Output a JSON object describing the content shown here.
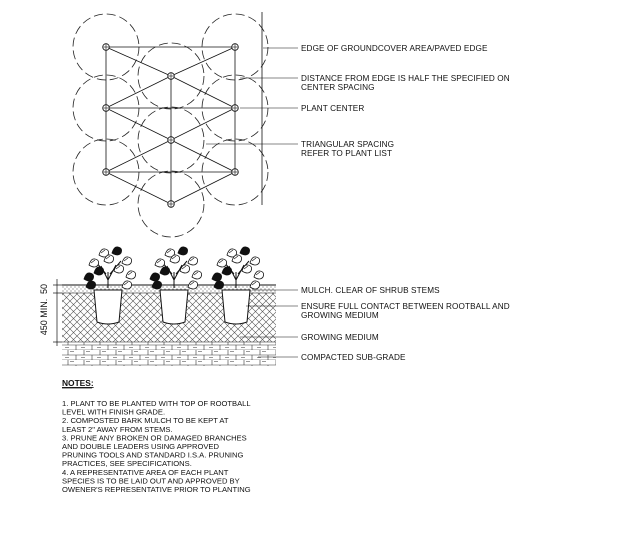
{
  "plan": {
    "callouts": [
      {
        "id": "edge",
        "lines": [
          "EDGE OF GROUNDCOVER AREA/PAVED EDGE"
        ]
      },
      {
        "id": "distance",
        "lines": [
          "DISTANCE FROM EDGE IS HALF THE SPECIFIED ON",
          "CENTER SPACING"
        ]
      },
      {
        "id": "center",
        "lines": [
          "PLANT CENTER"
        ]
      },
      {
        "id": "spacing",
        "lines": [
          "TRIANGULAR SPACING",
          "REFER TO PLANT LIST"
        ]
      }
    ]
  },
  "section": {
    "dims": {
      "mulch": "50",
      "depth": "450 MIN."
    },
    "callouts": [
      {
        "id": "mulch",
        "lines": [
          "MULCH. CLEAR OF SHRUB STEMS"
        ]
      },
      {
        "id": "contact",
        "lines": [
          "ENSURE FULL CONTACT BETWEEN ROOTBALL AND",
          "GROWING MEDIUM"
        ]
      },
      {
        "id": "medium",
        "lines": [
          "GROWING MEDIUM"
        ]
      },
      {
        "id": "subgrade",
        "lines": [
          "COMPACTED SUB-GRADE"
        ]
      }
    ]
  },
  "notes": {
    "title": "NOTES:",
    "lines": [
      "1. PLANT TO BE PLANTED WITH TOP OF ROOTBALL",
      "LEVEL WITH FINISH GRADE.",
      "2. COMPOSTED BARK MULCH TO BE KEPT AT",
      "LEAST 2\" AWAY FROM STEMS.",
      "3. PRUNE ANY BROKEN OR DAMAGED BRANCHES",
      "AND DOUBLE LEADERS USING APPROVED",
      "PRUNING TOOLS AND STANDARD I.S.A. PRUNING",
      "PRACTICES, SEE SPECIFICATIONS.",
      "4. A REPRESENTATIVE AREA OF EACH PLANT",
      "SPECIES IS TO BE LAID OUT AND APPROVED BY",
      "OWENER'S REPRESENTATIVE PRIOR TO PLANTING"
    ]
  }
}
